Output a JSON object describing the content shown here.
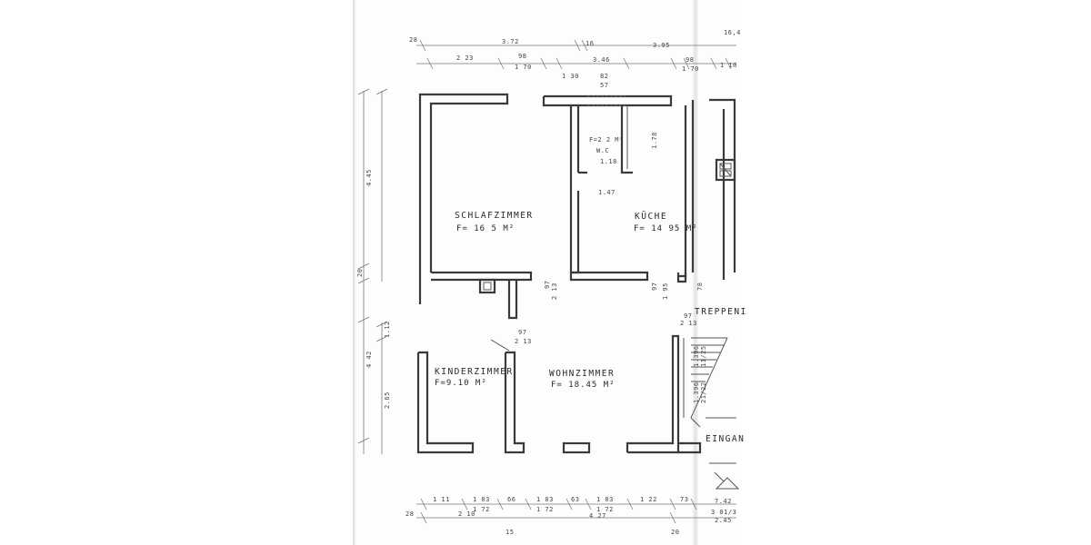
{
  "rooms": {
    "schlafzimmer": {
      "name": "SCHLAFZIMMER",
      "area": "F= 16 5 M²"
    },
    "kueche": {
      "name": "KÜCHE",
      "area": "F= 14 95 M²"
    },
    "wc": {
      "name": "W.C",
      "area": "F=2 2 M²",
      "extra": "1.18"
    },
    "kinderzimmer": {
      "name": "KINDERZIMMER",
      "area": "F=9.10 M²"
    },
    "wohnzimmer": {
      "name": "WOHNZIMMER",
      "area": "F= 18.45 M²"
    }
  },
  "labels": {
    "treppen": "TREPPENI",
    "eingang": "EINGAN"
  },
  "top_dims": {
    "d1": "28",
    "d2": "3.72",
    "d3": "2 23",
    "d4": "98",
    "d5": "1 70",
    "d6": "1 30",
    "d7": "16",
    "d8": "3.46",
    "d9": "82",
    "d10": "57",
    "d11": "3.95",
    "d12": "98",
    "d13": "1 70",
    "d14": "1 10",
    "d15": "16,4"
  },
  "left_dims": {
    "l1": "4.45",
    "l2": "20",
    "l3": "4 42",
    "l4": "2.65",
    "l5": "1.12"
  },
  "door_dims": {
    "k1": "1.47",
    "k2": "1.78",
    "k3": "97",
    "k4": "2 13",
    "k5": "97",
    "k6": "2 13",
    "k7": "97",
    "k8": "1 95",
    "k9": "78",
    "k10": "97",
    "k11": "2 13"
  },
  "stair_dims": {
    "s1": "1.396",
    "s2": "11/25",
    "s3": "1.396",
    "s4": "21/22"
  },
  "bottom_dims": {
    "b1": "1 11",
    "b2": "1 03",
    "b3": "1 72",
    "b4": "66",
    "b5": "1 03",
    "b6": "1 72",
    "b7": "63",
    "b8": "1 03",
    "b9": "1 72",
    "b10": "1 22",
    "b11": "73",
    "b12": "2 10",
    "b13": "4 27",
    "b14": "28",
    "b15": "15",
    "b16": "20",
    "b17": "7.42",
    "b18": "3 01/3",
    "b19": "2.45"
  }
}
